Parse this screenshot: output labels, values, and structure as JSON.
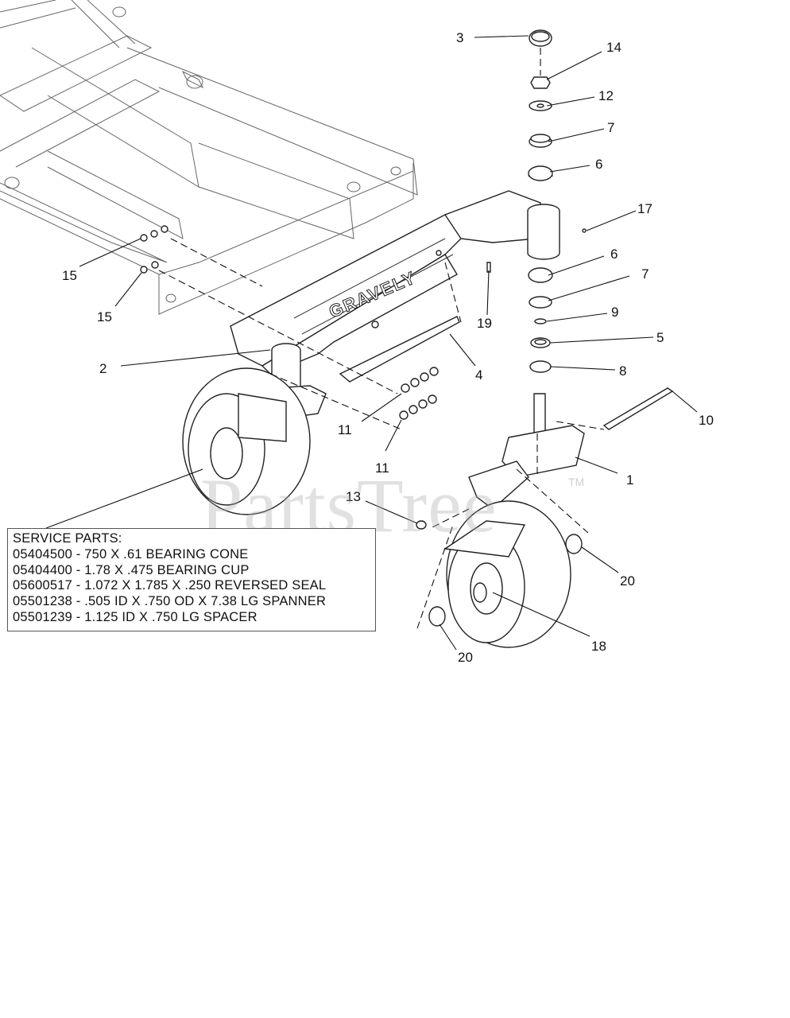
{
  "callouts": {
    "c1": "1",
    "c2": "2",
    "c3": "3",
    "c4": "4",
    "c5": "5",
    "c6a": "6",
    "c6b": "6",
    "c7a": "7",
    "c7b": "7",
    "c8": "8",
    "c9": "9",
    "c10": "10",
    "c11a": "11",
    "c11b": "11",
    "c12": "12",
    "c13": "13",
    "c14": "14",
    "c15a": "15",
    "c15b": "15",
    "c17": "17",
    "c18": "18",
    "c19": "19",
    "c20a": "20",
    "c20b": "20"
  },
  "arm_brand": "GRAVELY",
  "service_parts": {
    "heading": "SERVICE PARTS:",
    "lines": [
      "05404500 - 750 X .61 BEARING CONE",
      "05404400 - 1.78 X .475 BEARING CUP",
      "05600517 - 1.072 X 1.785 X .250 REVERSED SEAL",
      "05501238 - .505 ID X .750 OD X 7.38 LG SPANNER",
      "05501239 - 1.125 ID X .750 LG SPACER"
    ]
  },
  "watermark": {
    "text": "PartsTree",
    "tm": "TM"
  }
}
